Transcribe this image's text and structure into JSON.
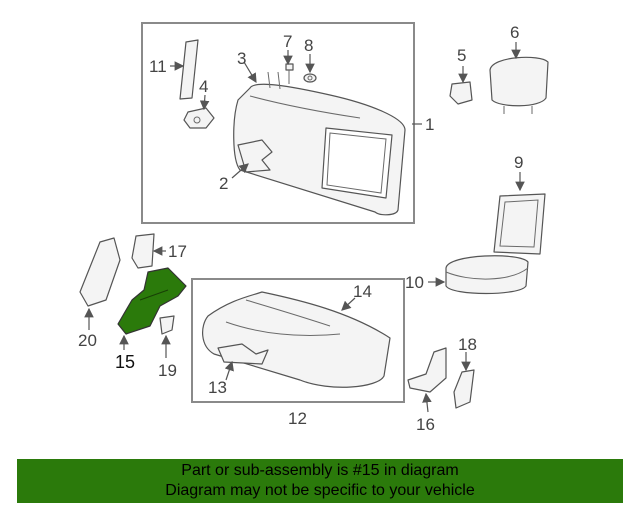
{
  "callouts": {
    "c1": "1",
    "c2": "2",
    "c3": "3",
    "c4": "4",
    "c5": "5",
    "c6": "6",
    "c7": "7",
    "c8": "8",
    "c9": "9",
    "c10": "10",
    "c11": "11",
    "c12": "12",
    "c13": "13",
    "c14": "14",
    "c15": "15",
    "c16": "16",
    "c17": "17",
    "c18": "18",
    "c19": "19",
    "c20": "20"
  },
  "highlighted_part": "15",
  "colors": {
    "highlight": "#2b7a0b",
    "banner": "#2b7a0b"
  },
  "banner": {
    "line1": "Part or sub-assembly is #15 in diagram",
    "line2": "Diagram may not be specific to your vehicle"
  }
}
